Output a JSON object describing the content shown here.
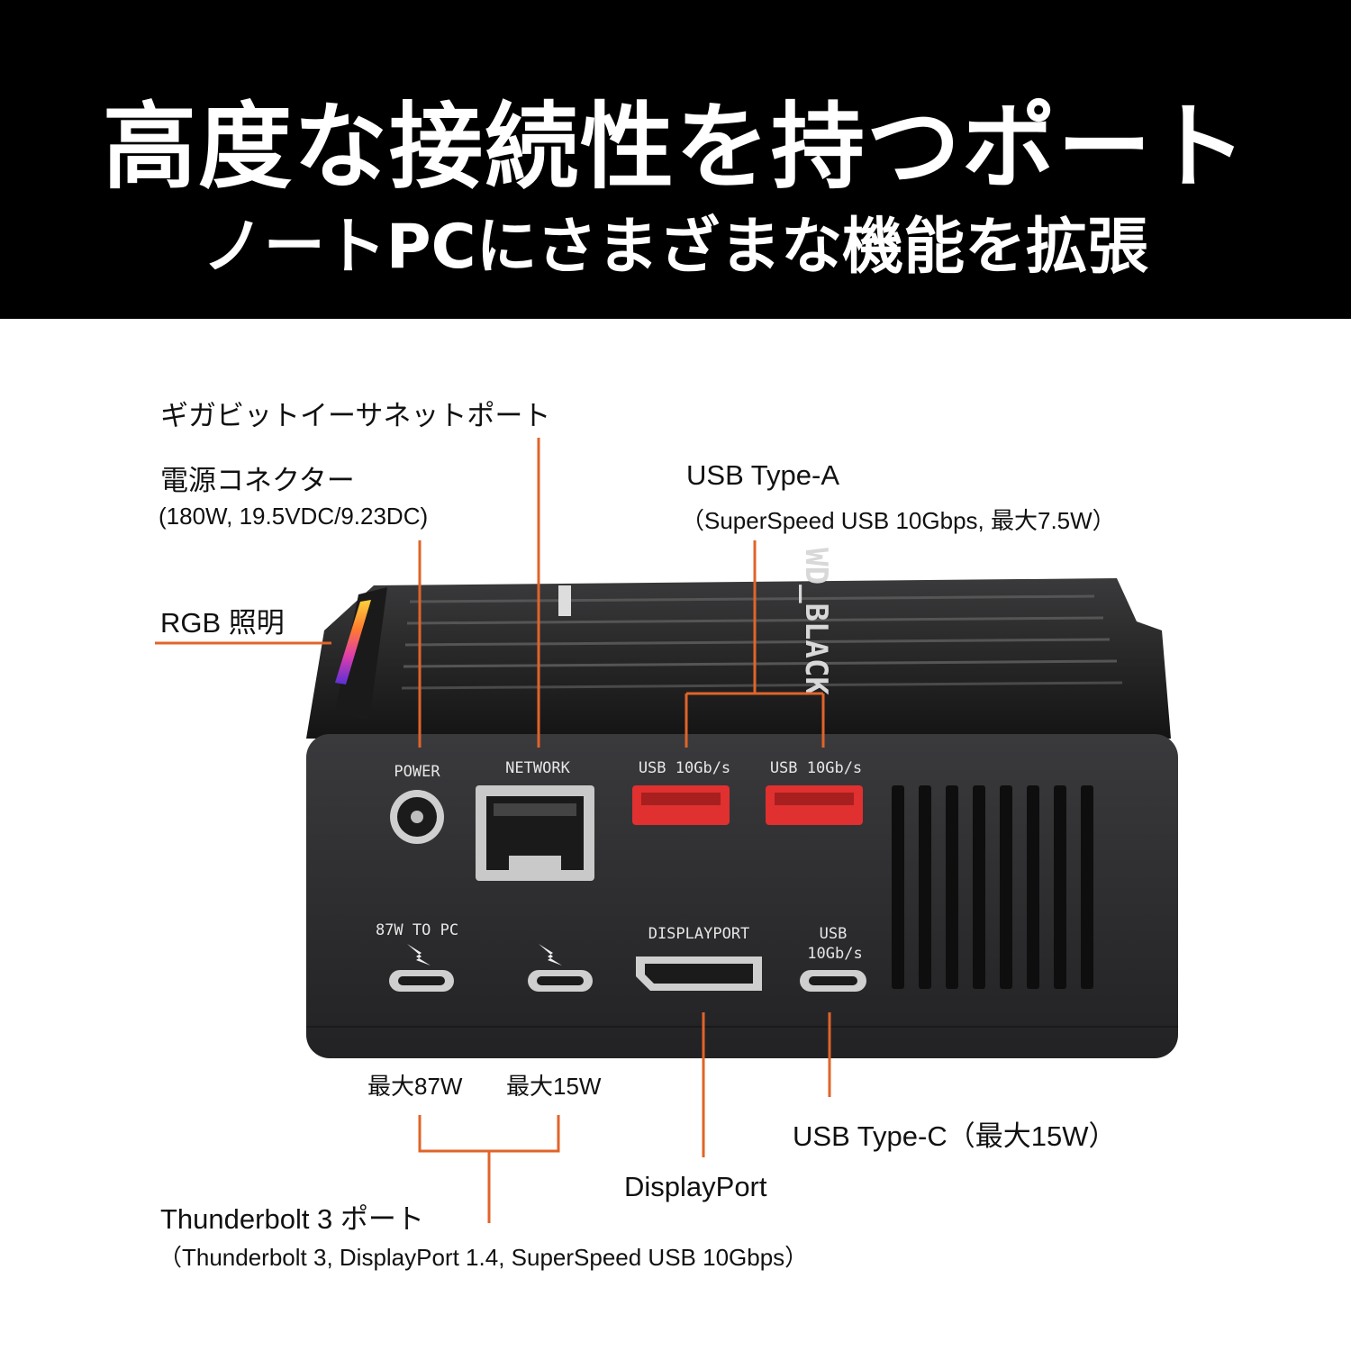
{
  "banner": {
    "title": "高度な接続性を持つポート",
    "subtitle": "ノートPCにさまざまな機能を拡張"
  },
  "callouts": {
    "ethernet": "ギガビットイーサネットポート",
    "power": "電源コネクター",
    "power_spec": "(180W, 19.5VDC/9.23DC)",
    "rgb": "RGB 照明",
    "usb_a": "USB Type-A",
    "usb_a_spec": "（SuperSpeed USB 10Gbps, 最大7.5W）",
    "tb_left_power": "最大87W",
    "tb_right_power": "最大15W",
    "thunderbolt": "Thunderbolt 3 ポート",
    "thunderbolt_spec": "（Thunderbolt 3, DisplayPort 1.4, SuperSpeed USB 10Gbps）",
    "displayport": "DisplayPort",
    "usb_c": "USB Type-C（最大15W）"
  },
  "device": {
    "brand": "WD_BLACK",
    "ports": {
      "power": "POWER",
      "network": "NETWORK",
      "usb_a_1": "USB 10Gb/s",
      "usb_a_2": "USB 10Gb/s",
      "tb_pc": "87W TO PC",
      "displayport": "DISPLAYPORT",
      "usb_c_line1": "USB",
      "usb_c_line2": "10Gb/s"
    }
  },
  "colors": {
    "accent": "#e0642a",
    "banner_bg": "#000000",
    "device_body": "#2a2a2c",
    "usb_a_port": "#e0302f"
  }
}
